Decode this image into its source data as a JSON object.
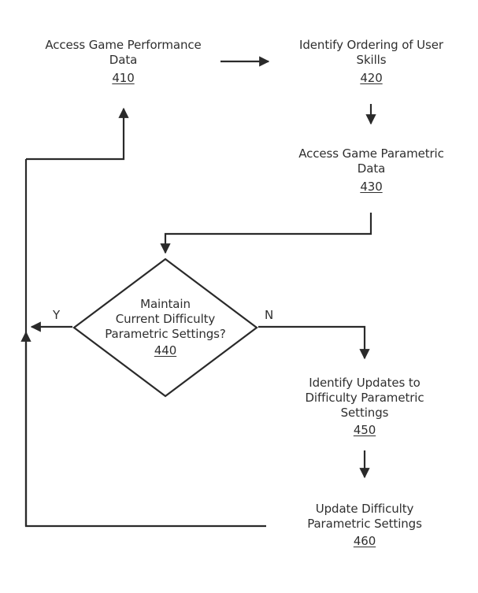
{
  "diagram": {
    "type": "flowchart",
    "title": "",
    "background_color": "#ffffff",
    "line_color": "#2a2a2a",
    "text_color": "#2f2f2f",
    "nodes": [
      {
        "id": "410",
        "shape": "process",
        "label": "Access Game Performance\nData",
        "ref": "410"
      },
      {
        "id": "420",
        "shape": "process",
        "label": "Identify Ordering of User\nSkills",
        "ref": "420"
      },
      {
        "id": "430",
        "shape": "process",
        "label": "Access Game Parametric\nData",
        "ref": "430"
      },
      {
        "id": "440",
        "shape": "decision",
        "label": "Maintain\nCurrent Difficulty\nParametric Settings?",
        "ref": "440"
      },
      {
        "id": "450",
        "shape": "process",
        "label": "Identify Updates to\nDifficulty Parametric\nSettings",
        "ref": "450"
      },
      {
        "id": "460",
        "shape": "process",
        "label": "Update Difficulty\nParametric Settings",
        "ref": "460"
      }
    ],
    "edges": [
      {
        "from": "410",
        "to": "420",
        "label": ""
      },
      {
        "from": "420",
        "to": "430",
        "label": ""
      },
      {
        "from": "430",
        "to": "440",
        "label": ""
      },
      {
        "from": "440",
        "to": "410",
        "label": "Y"
      },
      {
        "from": "440",
        "to": "450",
        "label": "N"
      },
      {
        "from": "450",
        "to": "460",
        "label": ""
      },
      {
        "from": "460",
        "to": "410",
        "label": ""
      }
    ],
    "edge_labels": {
      "yes": "Y",
      "no": "N"
    }
  }
}
